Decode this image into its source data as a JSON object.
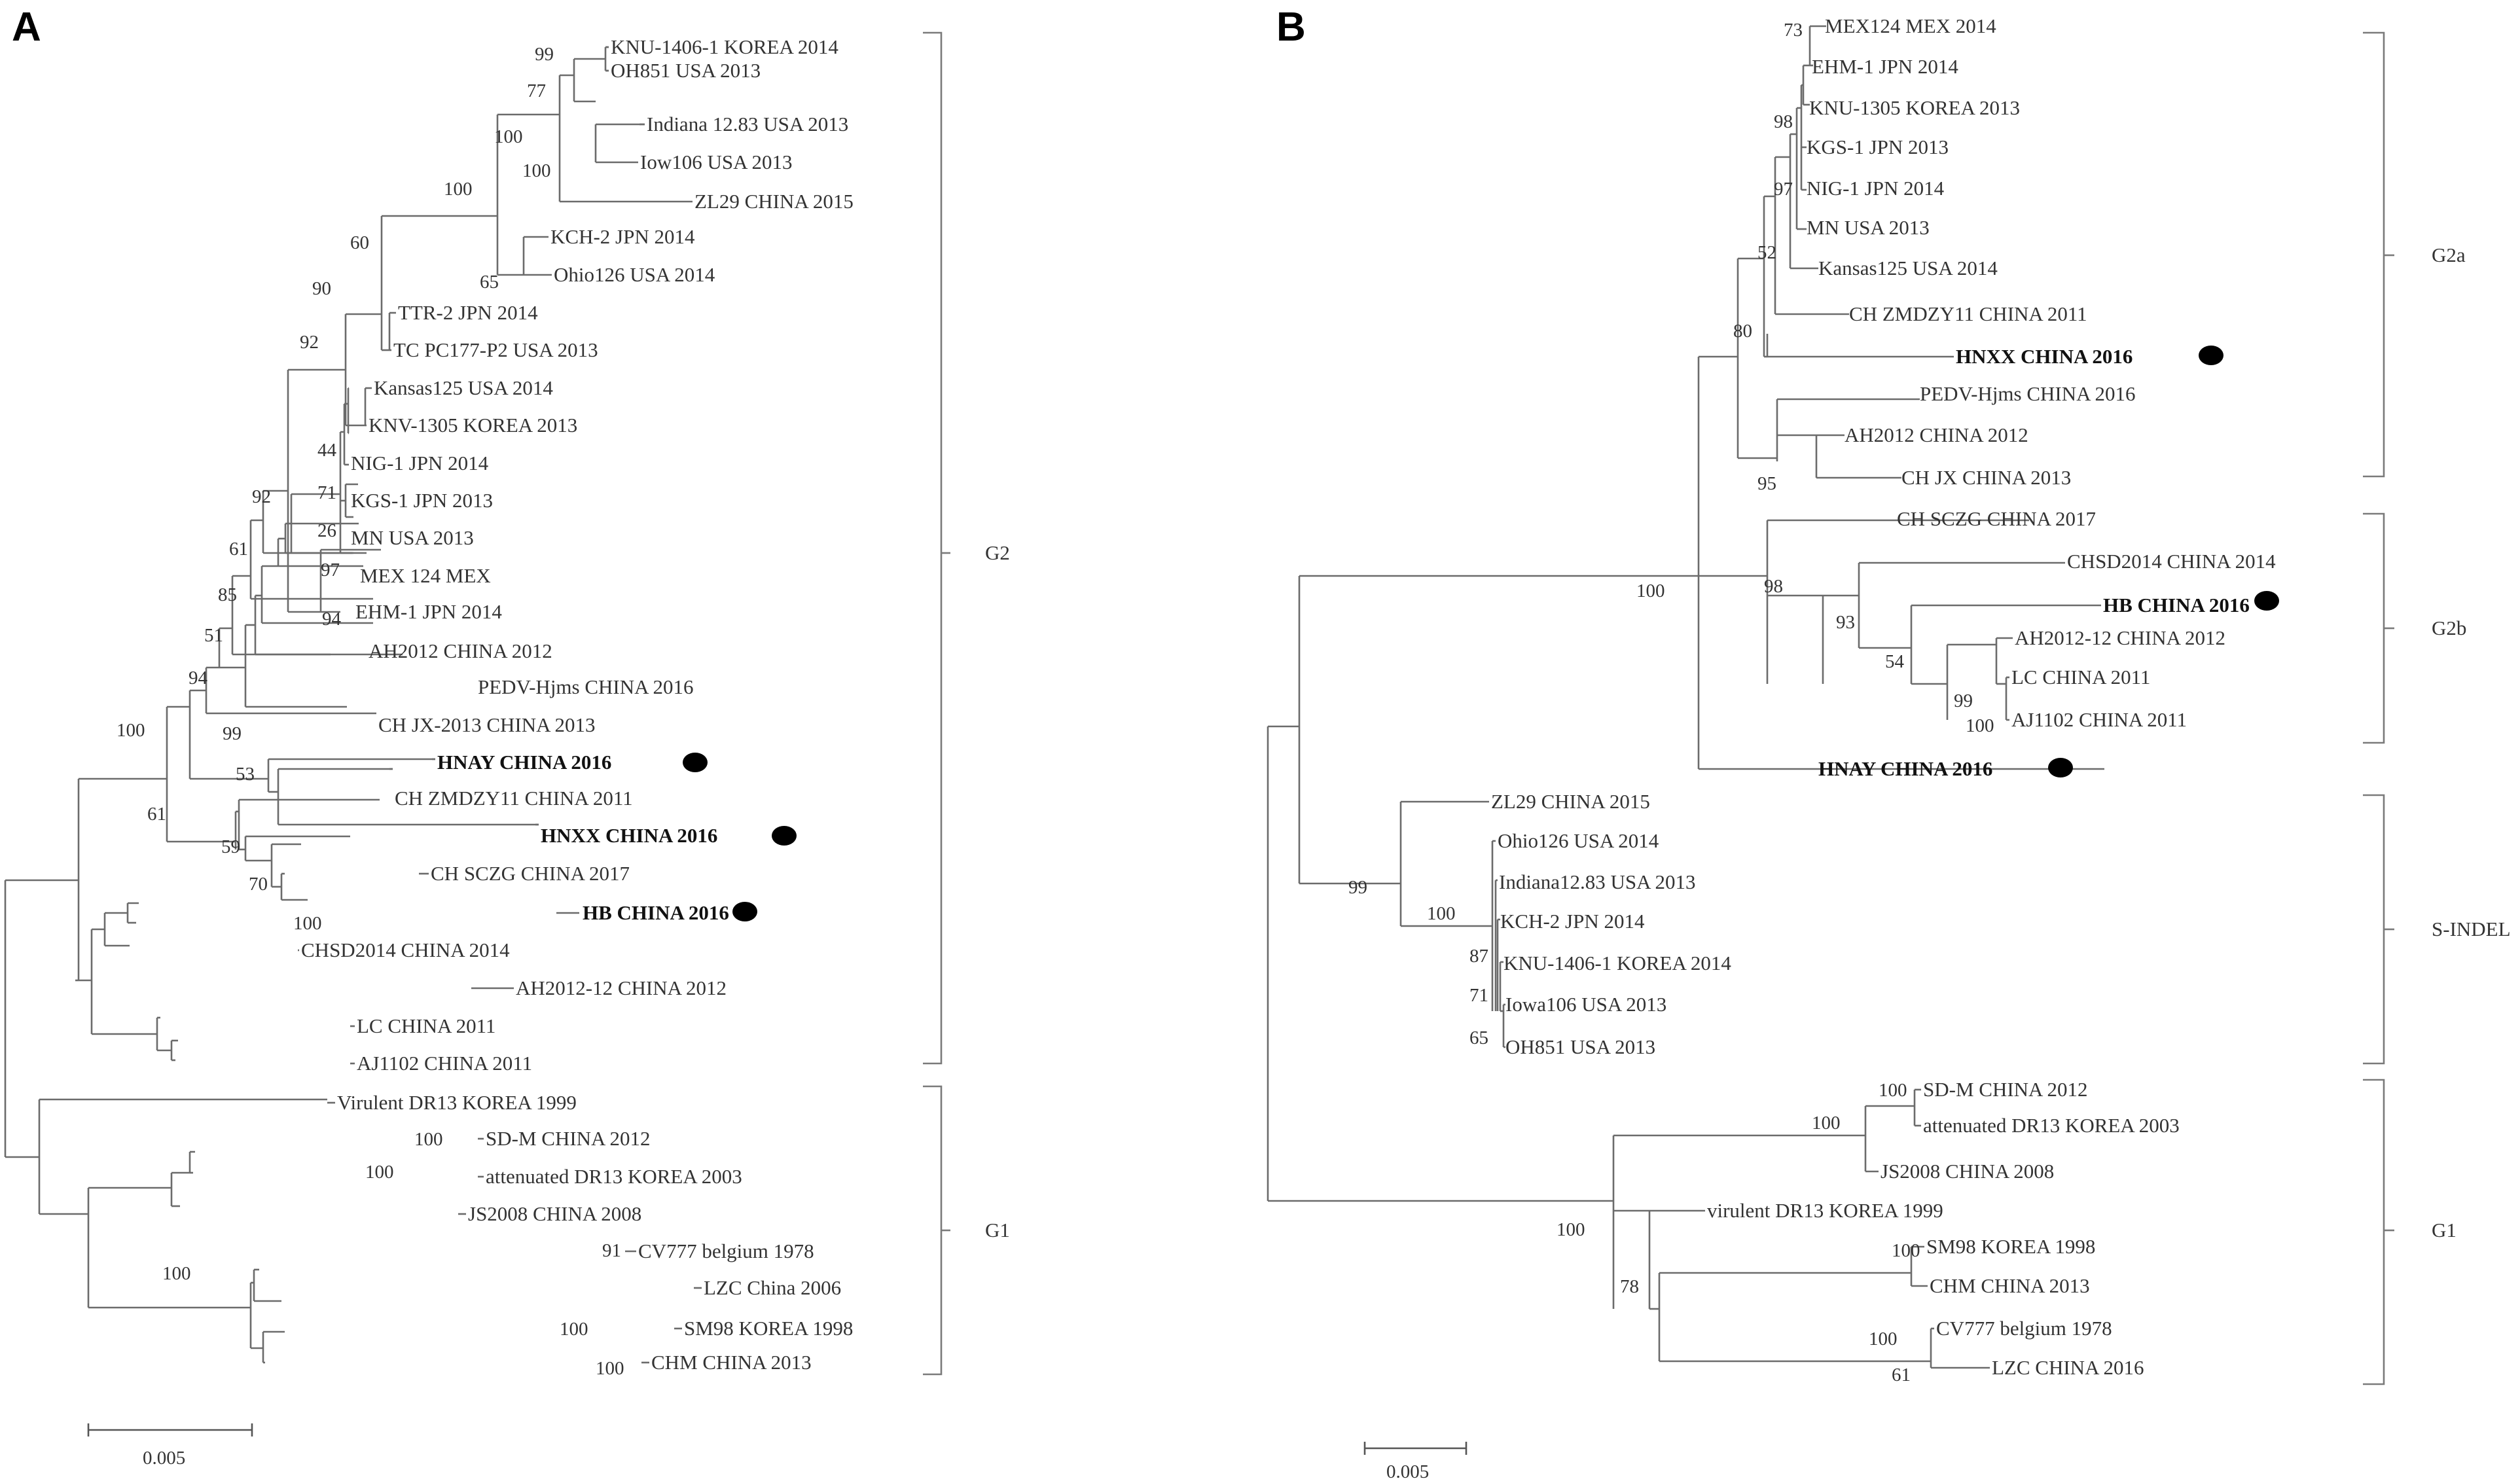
{
  "panelA": {
    "label": "A",
    "leaves": {
      "a_knu1406": "KNU-1406-1 KOREA 2014",
      "a_oh851": "OH851 USA 2013",
      "a_indiana": "Indiana 12.83 USA 2013",
      "a_iow106": "Iow106 USA 2013",
      "a_zl29": "ZL29 CHINA 2015",
      "a_kch2": "KCH-2 JPN 2014",
      "a_ohio126": "Ohio126 USA 2014",
      "a_ttr2": "TTR-2 JPN 2014",
      "a_tcpc177": "TC PC177-P2 USA 2013",
      "a_kansas125": "Kansas125 USA 2014",
      "a_knv1305": "KNV-1305 KOREA 2013",
      "a_nig1": "NIG-1 JPN 2014",
      "a_kgs1": "KGS-1 JPN 2013",
      "a_mn": "MN USA 2013",
      "a_mex124": "MEX 124 MEX",
      "a_ehm1": "EHM-1 JPN 2014",
      "a_ah2012": "AH2012 CHINA 2012",
      "a_pedvhjms": "PEDV-Hjms CHINA 2016",
      "a_chjx": "CH JX-2013 CHINA 2013",
      "a_hnay": "HNAY CHINA 2016",
      "a_chzmdzy11": "CH ZMDZY11 CHINA 2011",
      "a_hnxx": "HNXX CHINA 2016",
      "a_chsczg": "CH SCZG CHINA 2017",
      "a_hb": "HB CHINA 2016",
      "a_chsd2014": "CHSD2014 CHINA 2014",
      "a_ah201212": "AH2012-12 CHINA 2012",
      "a_lc": "LC CHINA 2011",
      "a_aj1102": "AJ1102 CHINA 2011",
      "a_virulentdr13": "Virulent DR13 KOREA 1999",
      "a_sdm": "SD-M CHINA 2012",
      "a_attdr13": "attenuated DR13 KOREA 2003",
      "a_js2008": "JS2008 CHINA 2008",
      "a_cv777": "CV777 belgium 1978",
      "a_lzc": "LZC China 2006",
      "a_sm98": "SM98 KOREA 1998",
      "a_chm": "CHM CHINA 2013"
    },
    "support": {
      "a_s99": "99",
      "a_s77": "77",
      "a_s100a": "100",
      "a_s100b": "100",
      "a_s100c": "100",
      "a_s65": "65",
      "a_s60": "60",
      "a_s90": "90",
      "a_s92a": "92",
      "a_s44": "44",
      "a_s71": "71",
      "a_s26": "26",
      "a_s97": "97",
      "a_s94a": "94",
      "a_s92b": "92",
      "a_s61a": "61",
      "a_s85": "85",
      "a_s51": "51",
      "a_s94b": "94",
      "a_s99b": "99",
      "a_s53": "53",
      "a_s100d": "100",
      "a_s61b": "61",
      "a_s59": "59",
      "a_s70": "70",
      "a_s100e": "100",
      "a_s100f": "100",
      "a_s100g": "100",
      "a_s100h": "100",
      "a_s91": "91",
      "a_s100i": "100",
      "a_s100j": "100"
    },
    "groups": {
      "g2": "G2",
      "g1": "G1"
    },
    "scale": "0.005"
  },
  "panelB": {
    "label": "B",
    "leaves": {
      "b_mex124": "MEX124 MEX 2014",
      "b_ehm1": "EHM-1 JPN 2014",
      "b_knu1305": "KNU-1305 KOREA 2013",
      "b_kgs1": "KGS-1 JPN 2013",
      "b_nig1": "NIG-1 JPN 2014",
      "b_mn": "MN USA 2013",
      "b_kansas125": "Kansas125 USA 2014",
      "b_chzmdzy11": "CH ZMDZY11 CHINA 2011",
      "b_hnxx": "HNXX CHINA 2016",
      "b_pedvhjms": "PEDV-Hjms CHINA 2016",
      "b_ah2012": "AH2012 CHINA 2012",
      "b_chjx": "CH JX CHINA 2013",
      "b_chsczg": "CH SCZG CHINA 2017",
      "b_chsd2014": "CHSD2014 CHINA 2014",
      "b_hb": "HB CHINA 2016",
      "b_ah201212": "AH2012-12 CHINA 2012",
      "b_lc": "LC CHINA 2011",
      "b_aj1102": "AJ1102 CHINA 2011",
      "b_hnay": "HNAY CHINA 2016",
      "b_zl29": "ZL29 CHINA 2015",
      "b_ohio126": "Ohio126 USA 2014",
      "b_indiana": "Indiana12.83 USA 2013",
      "b_kch2": "KCH-2 JPN 2014",
      "b_knu1406": "KNU-1406-1 KOREA 2014",
      "b_iowa106": "Iowa106 USA 2013",
      "b_oh851": "OH851 USA 2013",
      "b_sdm": "SD-M CHINA 2012",
      "b_attdr13": "attenuated DR13 KOREA 2003",
      "b_js2008": "JS2008 CHINA 2008",
      "b_virulentdr13": "virulent DR13 KOREA 1999",
      "b_sm98": "SM98 KOREA 1998",
      "b_chm": "CHM CHINA 2013",
      "b_cv777": "CV777 belgium 1978",
      "b_lzc": "LZC CHINA 2016"
    },
    "support": {
      "b_s73": "73",
      "b_s98a": "98",
      "b_s97": "97",
      "b_s52": "52",
      "b_s80": "80",
      "b_s95": "95",
      "b_s100a": "100",
      "b_s98b": "98",
      "b_s93": "93",
      "b_s54": "54",
      "b_s99a": "99",
      "b_s100b": "100",
      "b_s99b": "99",
      "b_s100c": "100",
      "b_s87": "87",
      "b_s71": "71",
      "b_s65": "65",
      "b_s100d": "100",
      "b_s100e": "100",
      "b_s100f": "100",
      "b_s78": "78",
      "b_s100g": "100",
      "b_s100h": "100",
      "b_s61": "61"
    },
    "groups": {
      "g2a": "G2a",
      "g2b": "G2b",
      "sindel": "S-INDEL",
      "g1": "G1"
    },
    "scale": "0.005"
  }
}
